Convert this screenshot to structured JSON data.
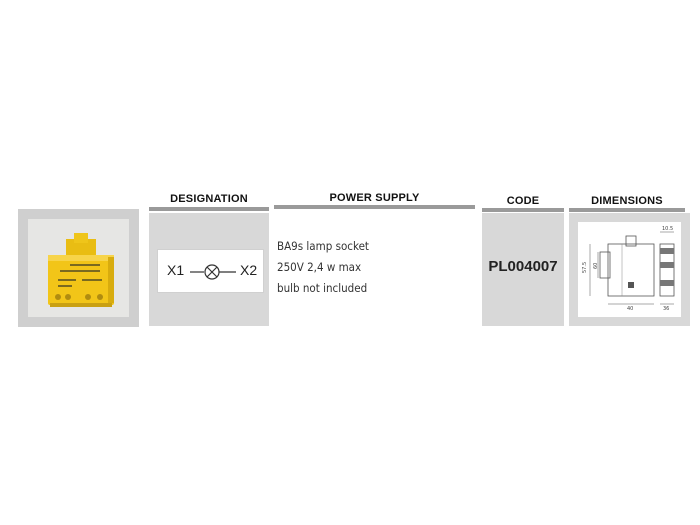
{
  "headers": {
    "designation": "DESIGNATION",
    "power_supply": "POWER SUPPLY",
    "code": "CODE",
    "dimensions": "DIMENSIONS"
  },
  "designation": {
    "terminal_left": "X1",
    "terminal_right": "X2",
    "symbol": "lamp-symbol-icon"
  },
  "power_supply": {
    "lines": [
      "BA9s lamp socket",
      "250V 2,4 w max",
      "bulb not included"
    ]
  },
  "code": "PL004007",
  "dimensions": {
    "labels": [
      "10.5",
      "57.5",
      "60",
      "40",
      "36"
    ]
  },
  "colors": {
    "header_rule": "#9a9a9a",
    "cell_grey": "#d8d8d8",
    "product_yellow": "#f2c518"
  }
}
